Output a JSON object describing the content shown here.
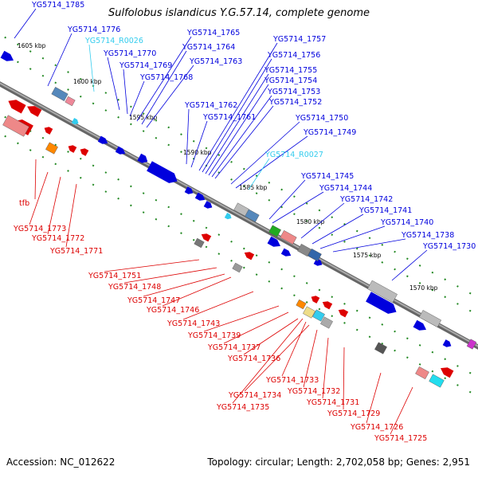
{
  "title": "Sulfolobus islandicus Y.G.57.14, complete genome",
  "footer": {
    "accession": "Accession: NC_012622",
    "summary": "Topology: circular; Length: 2,702,058 bp; Genes: 2,951"
  },
  "colors": {
    "forward_strand": "#0000dd",
    "reverse_strand": "#dd0000",
    "rna_feature": "#33ccee",
    "backbone": "#888888",
    "tick": "#228822"
  },
  "scale_labels": [
    "1605 kbp",
    "1600 kbp",
    "1595 kbp",
    "1590 kbp",
    "1585 kbp",
    "1580 kbp",
    "1575 kbp",
    "1570 kbp"
  ],
  "upper_labels": [
    "YG5714_1785",
    "YG5714_1776",
    "YG5714_R0026",
    "YG5714_1770",
    "YG5714_1769",
    "YG5714_1768",
    "YG5714_1765",
    "YG5714_1764",
    "YG5714_1763",
    "YG5714_1762",
    "YG5714_1761",
    "YG5714_1757",
    "YG5714_1756",
    "YG5714_1755",
    "YG5714_1754",
    "YG5714_1753",
    "YG5714_1752",
    "YG5714_1750",
    "YG5714_1749",
    "YG5714_R0027",
    "YG5714_1745",
    "YG5714_1744",
    "YG5714_1742",
    "YG5714_1741",
    "YG5714_1740",
    "YG5714_1738",
    "YG5714_1730"
  ],
  "lower_labels": [
    "tfb",
    "YG5714_1773",
    "YG5714_1772",
    "YG5714_1771",
    "YG5714_1751",
    "YG5714_1748",
    "YG5714_1747",
    "YG5714_1746",
    "YG5714_1743",
    "YG5714_1739",
    "YG5714_1737",
    "YG5714_1736",
    "YG5714_1733",
    "YG5714_1734",
    "YG5714_1732",
    "YG5714_1735",
    "YG5714_1731",
    "YG5714_1729",
    "YG5714_1726",
    "YG5714_1725"
  ]
}
